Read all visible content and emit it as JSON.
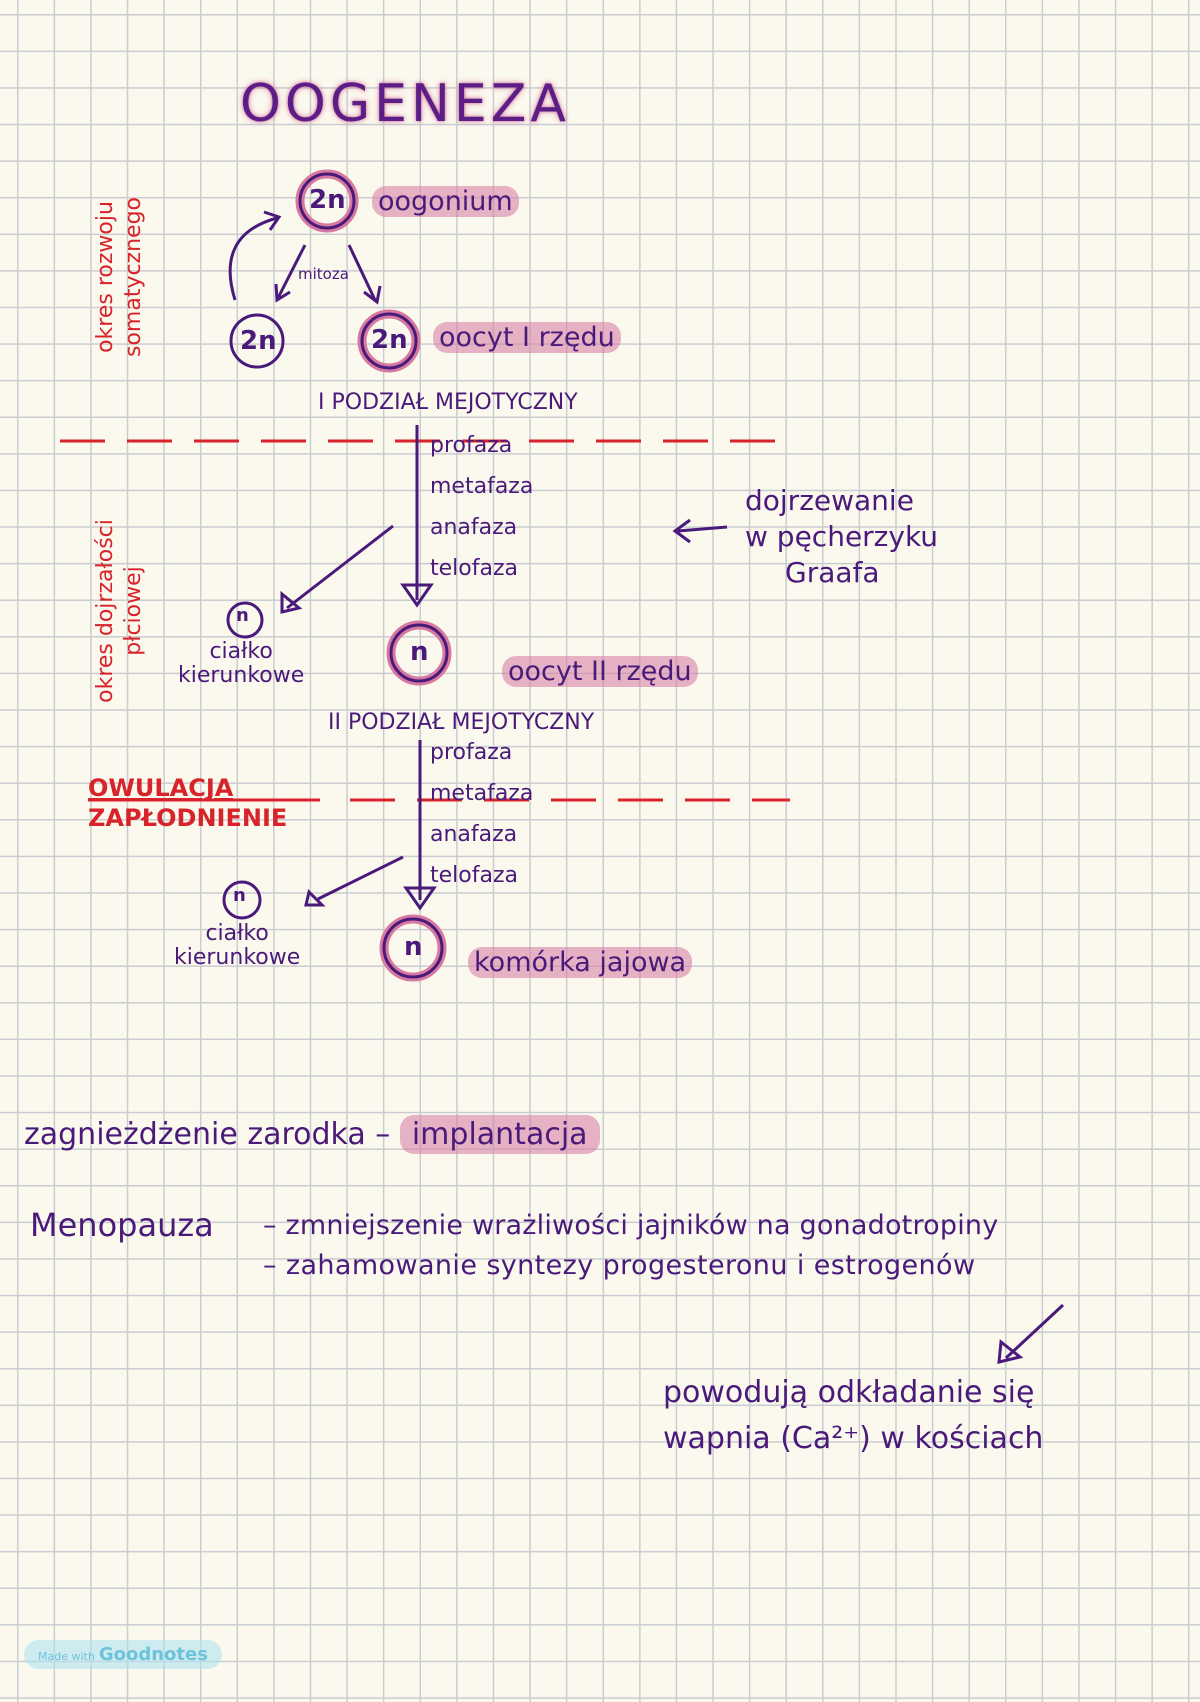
{
  "title": "OOGENEZA",
  "periods": {
    "somatic": [
      "okres rozwoju",
      "somatycznego"
    ],
    "maturation": [
      "okres dojrzałości",
      "płciowej"
    ],
    "ovulation": "OWULACJA",
    "fertilization": "ZAPŁODNIENIE"
  },
  "cells": {
    "oogonium_ploidy": "2n",
    "oogonium_label": "oogonium",
    "mitosis_label": "mitoza",
    "daughter_ploidy": "2n",
    "oocyte1_ploidy": "2n",
    "oocyte1_label": "oocyt I rzędu",
    "polar1_ploidy": "n",
    "polar1_label": [
      "ciałko",
      "kierunkowe"
    ],
    "oocyte2_ploidy": "n",
    "oocyte2_label": "oocyt II rzędu",
    "polar2_ploidy": "n",
    "polar2_label": [
      "ciałko",
      "kierunkowe"
    ],
    "egg_ploidy": "n",
    "egg_label": "komórka jajowa"
  },
  "division1": {
    "label": "I PODZIAŁ MEJOTYCZNY",
    "phases": [
      "profaza",
      "metafaza",
      "anafaza",
      "telofaza"
    ]
  },
  "division2": {
    "label": "II PODZIAŁ MEJOTYCZNY",
    "phases": [
      "profaza",
      "metafaza",
      "anafaza",
      "telofaza"
    ]
  },
  "maturation_note": [
    "dojrzewanie",
    "w pęcherzyku",
    "Graafa"
  ],
  "implantation": {
    "text": "zagnieżdżenie zarodka –",
    "highlight": "implantacja"
  },
  "menopause": {
    "term": "Menopauza",
    "line1": "– zmniejszenie wrażliwości jajników na gonadotropiny",
    "line2": "– zahamowanie syntezy progesteronu i estrogenów",
    "result": [
      "powodują odkładanie się",
      "wapnia (Ca²⁺) w kościach"
    ]
  },
  "badge": {
    "made_with": "Made with",
    "brand": "Goodnotes"
  },
  "colors": {
    "ink": "#4a1a7a",
    "red": "#d8232a",
    "highlight": "#d678a0",
    "paper": "#fbf8ee",
    "grid": "#c9ccd0"
  }
}
